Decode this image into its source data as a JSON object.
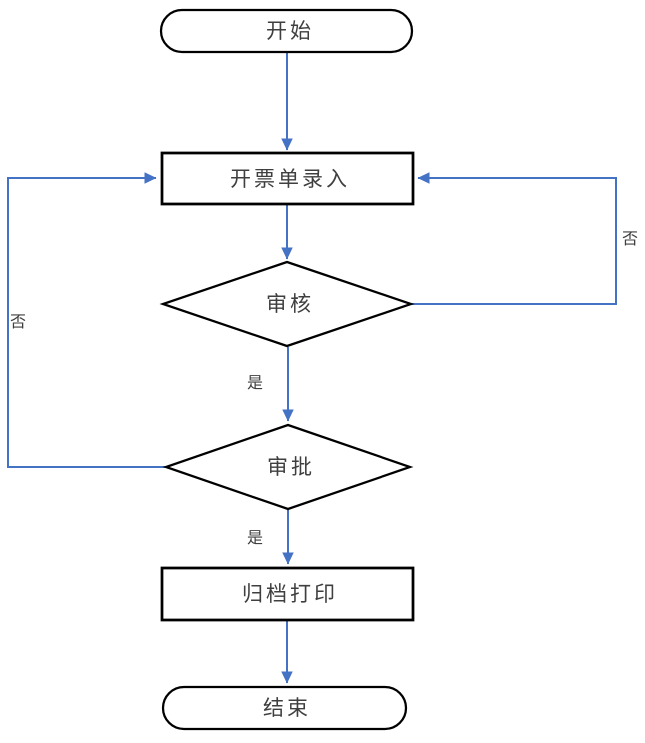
{
  "diagram": {
    "type": "flowchart",
    "nodes": [
      {
        "id": "start",
        "shape": "terminator",
        "label": "开始"
      },
      {
        "id": "entry",
        "shape": "process",
        "label": "开票单录入"
      },
      {
        "id": "review",
        "shape": "decision",
        "label": "审核"
      },
      {
        "id": "approve",
        "shape": "decision",
        "label": "审批"
      },
      {
        "id": "archive",
        "shape": "process",
        "label": "归档打印"
      },
      {
        "id": "end",
        "shape": "terminator",
        "label": "结束"
      }
    ],
    "edge_labels": {
      "review_yes": "是",
      "approve_yes": "是",
      "review_no": "否",
      "approve_no": "否"
    },
    "colors": {
      "connector": "#4472C4",
      "shape_outline": "#000000",
      "text": "#3F3F3F",
      "background": "#FFFFFF"
    }
  }
}
